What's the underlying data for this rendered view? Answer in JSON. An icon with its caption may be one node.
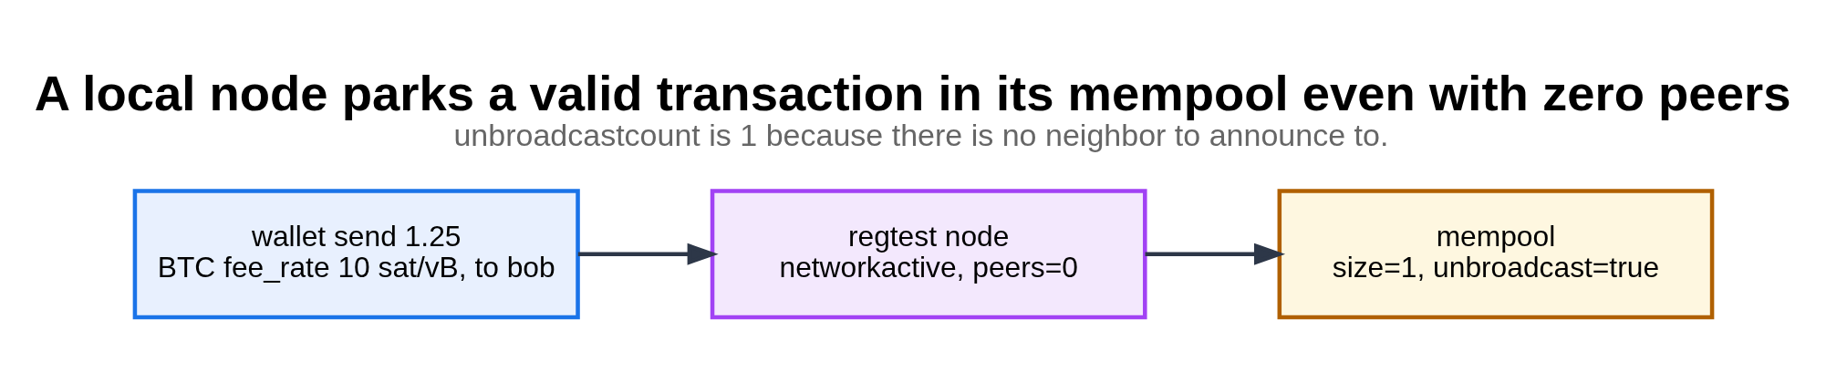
{
  "diagram": {
    "title": "A local node parks a valid transaction in its mempool even with zero peers",
    "caption": "unbroadcastcount is 1 because there is no neighbor to announce to.",
    "nodes": [
      {
        "text": [
          "wallet send 1.25 BTC fee_rate 10 sat/vB, to bob"
        ]
      },
      {
        "text": [
          "regtest node networkactive, peers=0"
        ]
      },
      {
        "text": [
          "mempool size=1, unbroadcast=true"
        ]
      }
    ],
    "edges": [
      {
        "from": 0,
        "to": 1,
        "arrow": "to"
      },
      {
        "from": 1,
        "to": 2,
        "arrow": "to"
      }
    ]
  }
}
